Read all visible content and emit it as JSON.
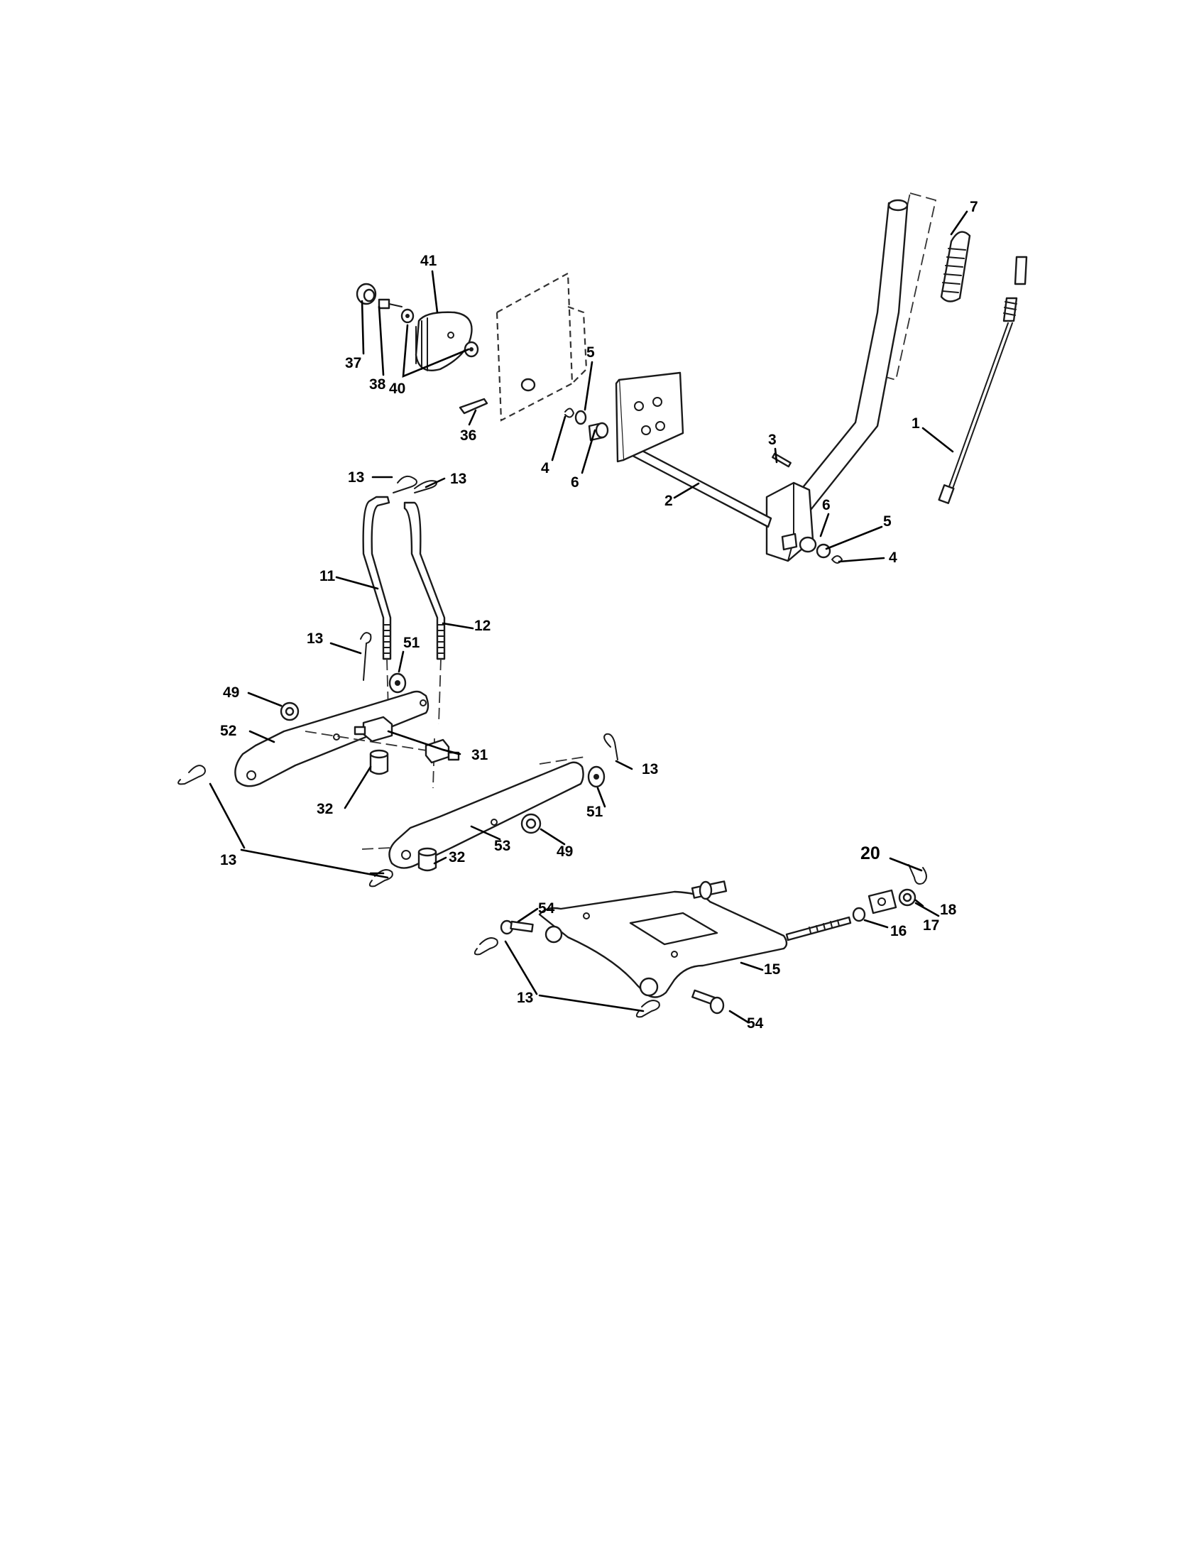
{
  "labels": {
    "l1": "1",
    "l2": "2",
    "l3": "3",
    "l4a": "4",
    "l4b": "4",
    "l5a": "5",
    "l5b": "5",
    "l6a": "6",
    "l6b": "6",
    "l7": "7",
    "l11": "11",
    "l12": "12",
    "l13a": "13",
    "l13b": "13",
    "l13c": "13",
    "l13d": "13",
    "l13e": "13",
    "l13f": "13",
    "l15": "15",
    "l16": "16",
    "l17": "17",
    "l18": "18",
    "l20": "20",
    "l31": "31",
    "l32a": "32",
    "l32b": "32",
    "l36": "36",
    "l37": "37",
    "l38": "38",
    "l40": "40",
    "l41": "41",
    "l49a": "49",
    "l49b": "49",
    "l51a": "51",
    "l51b": "51",
    "l52": "52",
    "l53": "53",
    "l54a": "54",
    "l54b": "54"
  }
}
